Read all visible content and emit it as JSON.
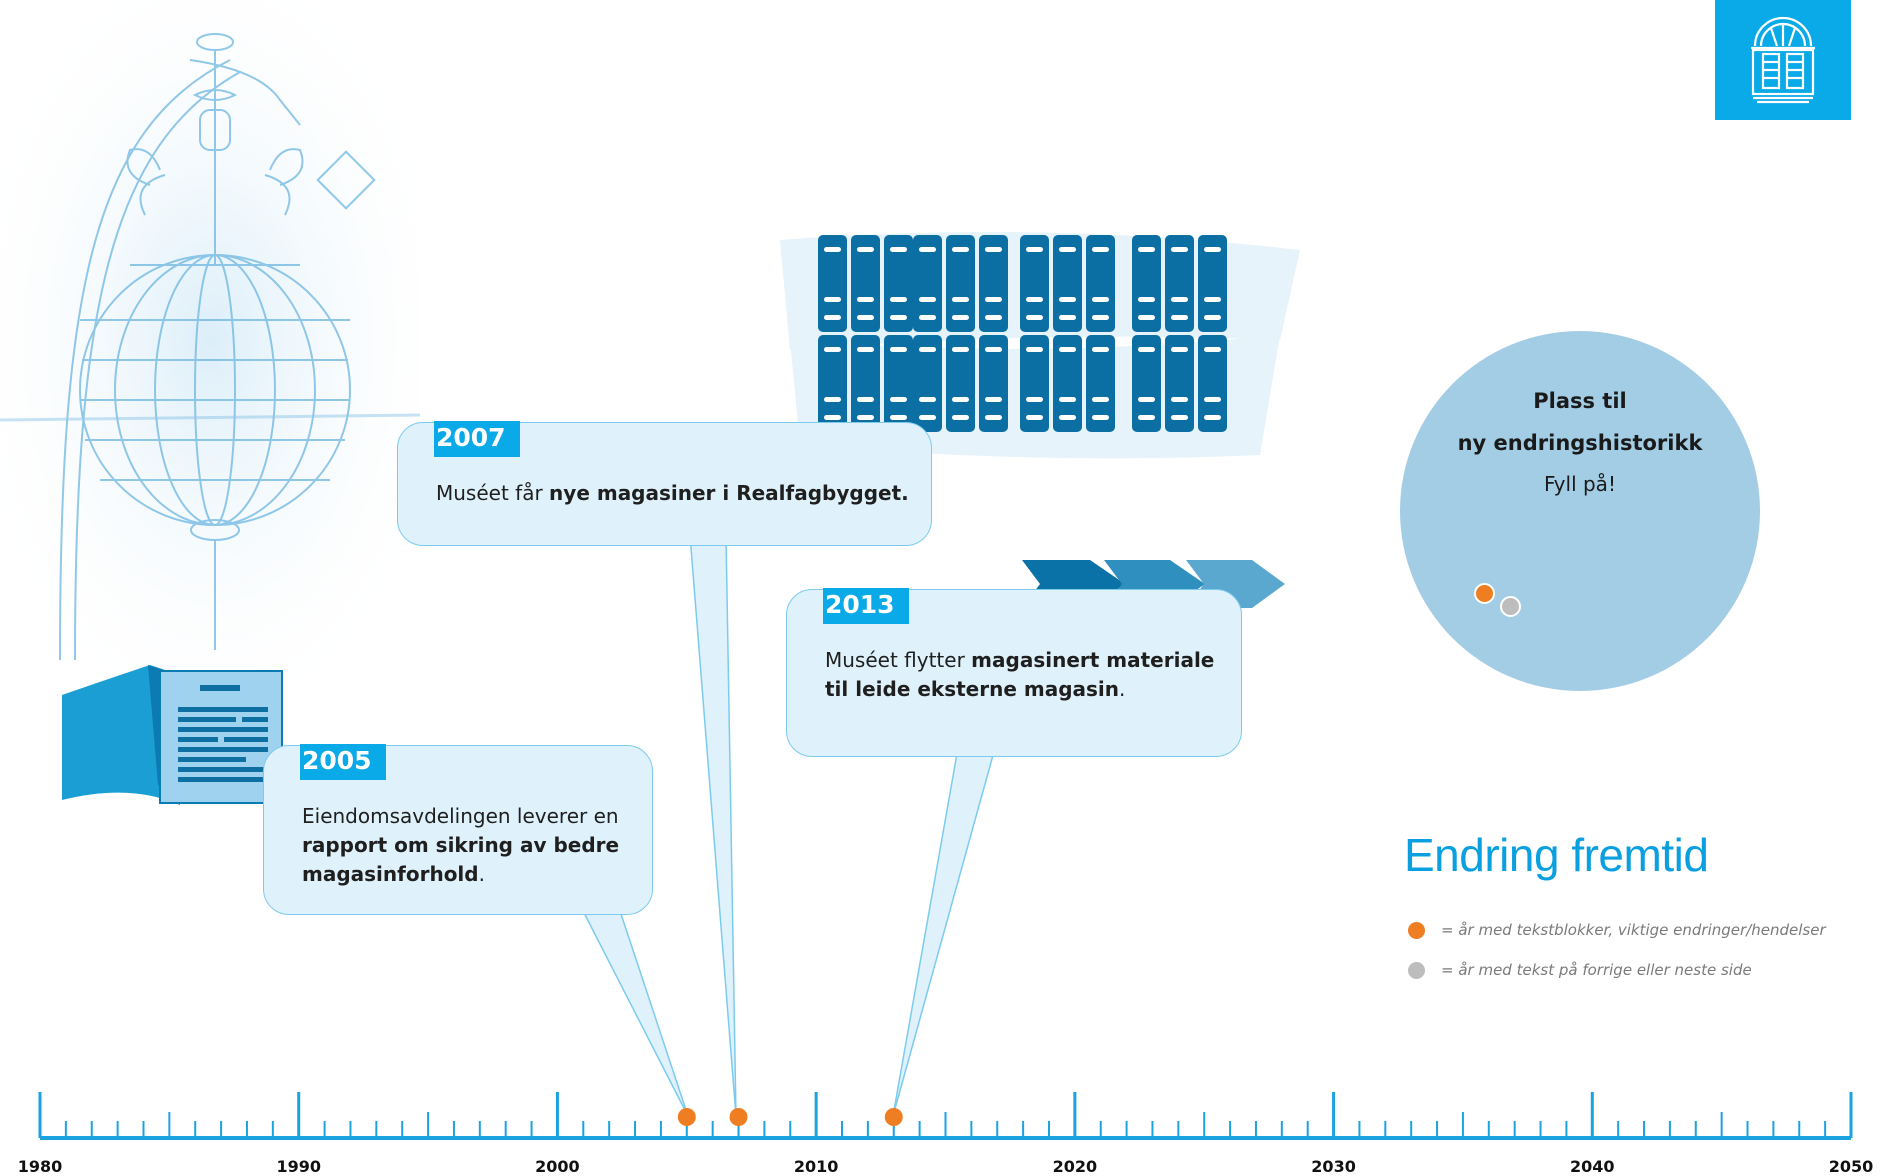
{
  "timeline": {
    "start": 1980,
    "end": 2050,
    "labels": [
      "1980",
      "1990",
      "2000",
      "2010",
      "2020",
      "2030",
      "2040",
      "2050"
    ],
    "events": [
      2005,
      2007,
      2013
    ],
    "color": "#1aa3e0",
    "event_color": "#ef7d22"
  },
  "events": {
    "e2005": {
      "year": "2005",
      "line1": "Eiendomsavdelingen leverer en",
      "bold": "rapport om sikring av bedre magasinforhold",
      "tail": "."
    },
    "e2007": {
      "year": "2007",
      "lead": "Muséet får ",
      "bold": "nye magasiner i Realfagbygget."
    },
    "e2013": {
      "year": "2013",
      "lead": "Muséet flytter ",
      "bold": "magasinert materiale til leide eksterne magasin",
      "tail": "."
    }
  },
  "future_circle": {
    "title_line1": "Plass til",
    "title_line2": "ny endringshistorikk",
    "subtitle": "Fyll på!"
  },
  "future_section": {
    "title": "Endring fremtid"
  },
  "legend": [
    {
      "color": "#ef7d22",
      "text": "= år med tekstblokker, viktige endringer/hendelser"
    },
    {
      "color": "#bdbdbd",
      "text": "= år med tekst på forrige eller neste side"
    }
  ],
  "icons": {
    "sketch": "chandelier-sketch-icon",
    "logo": "museum-door-logo-icon",
    "book": "open-book-icon",
    "shelves": "archive-binders-icon",
    "arrows": "forward-arrows-icon"
  }
}
